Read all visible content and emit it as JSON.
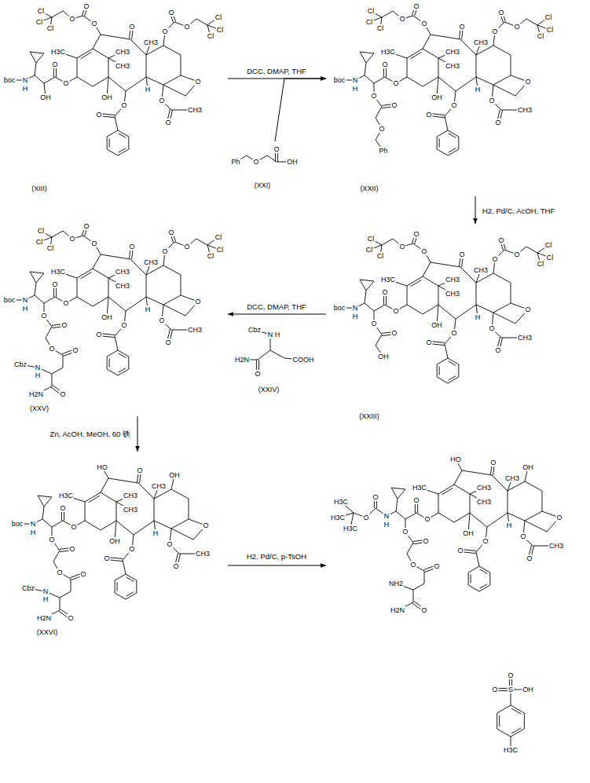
{
  "diagram": {
    "nodes": [
      {
        "text": [
          "Cl",
          "Cl",
          "Cl",
          "O",
          "O",
          "O",
          "O",
          "O",
          "O",
          "Cl",
          "Cl",
          "Cl",
          "H3C",
          "CH3",
          "CH3",
          "CH3",
          "O",
          "OH",
          "H",
          "O",
          "O",
          "O",
          "CH3",
          "O",
          "O",
          "O",
          "O",
          "N",
          "H",
          "boc",
          "OH",
          "(XIII)"
        ]
      },
      {
        "text": [
          "Ph",
          "O",
          "O",
          "OH",
          "(XXI)"
        ]
      },
      {
        "text": [
          "Cl",
          "Cl",
          "Cl",
          "O",
          "O",
          "O",
          "O",
          "O",
          "O",
          "Cl",
          "Cl",
          "Cl",
          "H3C",
          "CH3",
          "CH3",
          "CH3",
          "O",
          "OH",
          "H",
          "O",
          "O",
          "O",
          "CH3",
          "O",
          "O",
          "O",
          "O",
          "N",
          "H",
          "boc",
          "O",
          "O",
          "O",
          "Ph",
          "(XXII)"
        ]
      },
      {
        "text": [
          "Cl",
          "Cl",
          "Cl",
          "O",
          "O",
          "O",
          "O",
          "O",
          "O",
          "Cl",
          "Cl",
          "Cl",
          "H3C",
          "CH3",
          "CH3",
          "CH3",
          "O",
          "OH",
          "H",
          "O",
          "O",
          "O",
          "CH3",
          "O",
          "O",
          "O",
          "O",
          "N",
          "H",
          "boc",
          "O",
          "O",
          "OH",
          "(XXIII)"
        ]
      },
      {
        "text": [
          "Cbz",
          "N",
          "H",
          "O",
          "H2N",
          "COOH",
          "(XXIV)"
        ]
      },
      {
        "text": [
          "Cl",
          "Cl",
          "Cl",
          "O",
          "O",
          "O",
          "O",
          "O",
          "O",
          "Cl",
          "Cl",
          "Cl",
          "H3C",
          "CH3",
          "CH3",
          "CH3",
          "O",
          "OH",
          "H",
          "O",
          "O",
          "O",
          "CH3",
          "O",
          "O",
          "O",
          "O",
          "N",
          "H",
          "boc",
          "O",
          "O",
          "O",
          "O",
          "N",
          "H",
          "Cbz",
          "O",
          "H2N",
          "(XXV)"
        ]
      },
      {
        "text": [
          "HO",
          "OH",
          "H3C",
          "CH3",
          "CH3",
          "CH3",
          "O",
          "OH",
          "H",
          "O",
          "O",
          "O",
          "CH3",
          "O",
          "O",
          "O",
          "O",
          "N",
          "H",
          "boc",
          "O",
          "O",
          "O",
          "O",
          "N",
          "H",
          "Cbz",
          "O",
          "H2N",
          "(XXVI)"
        ]
      },
      {
        "text": [
          "HO",
          "OH",
          "H3C",
          "CH3",
          "CH3",
          "CH3",
          "O",
          "OH",
          "H",
          "O",
          "O",
          "O",
          "CH3",
          "O",
          "O",
          "O",
          "O",
          "N",
          "H",
          "O",
          "O",
          "H3C",
          "H3C",
          "H3C",
          "O",
          "O",
          "O",
          "O",
          "NH2",
          "O",
          "H2N",
          "O",
          "O",
          "S",
          "OH",
          "H3C"
        ]
      }
    ],
    "edges": [
      {
        "from": 0,
        "to": 2,
        "arrow": "to",
        "label": "DCC, DMAP, THF"
      },
      {
        "from": 1,
        "to": 2,
        "arrow": "to"
      },
      {
        "from": 2,
        "to": 3,
        "arrow": "to",
        "label": "H2, Pd/C, AcOH, THF"
      },
      {
        "from": 3,
        "to": 5,
        "arrow": "to",
        "label": "DCC, DMAP, THF"
      },
      {
        "from": 5,
        "to": 6,
        "arrow": "to",
        "label": "Zn, AcOH, MeOH, 60 铁"
      },
      {
        "from": 6,
        "to": 7,
        "arrow": "to",
        "label": "H2, Pd/C, p-TsOH"
      }
    ]
  }
}
